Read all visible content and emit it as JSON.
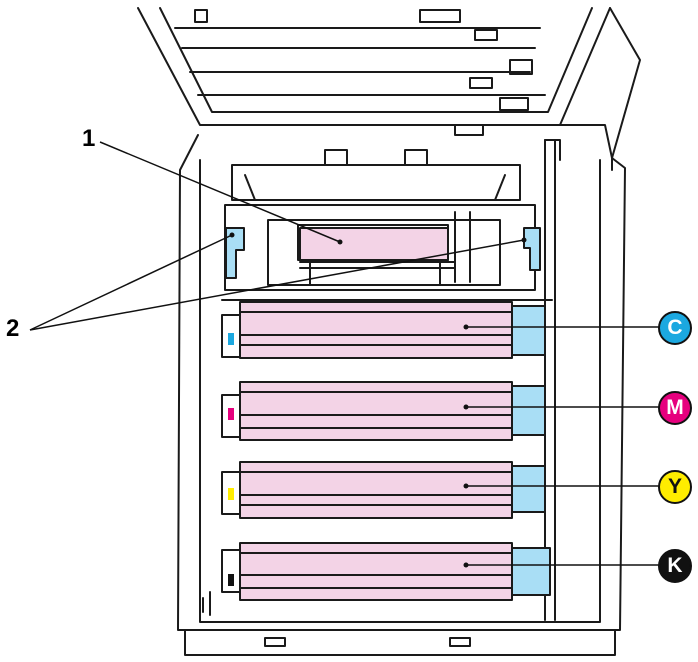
{
  "callouts": {
    "one": "1",
    "two": "2"
  },
  "cartridges": [
    {
      "letter": "C",
      "color": "#1ba8e0",
      "text_color": "#ffffff"
    },
    {
      "letter": "M",
      "color": "#e6007e",
      "text_color": "#ffffff"
    },
    {
      "letter": "Y",
      "color": "#ffed00",
      "text_color": "#111111"
    },
    {
      "letter": "K",
      "color": "#111111",
      "text_color": "#ffffff"
    }
  ],
  "colors": {
    "outline": "#1a1a1a",
    "pink": "#f3d3e6",
    "light_blue": "#a9def5"
  }
}
